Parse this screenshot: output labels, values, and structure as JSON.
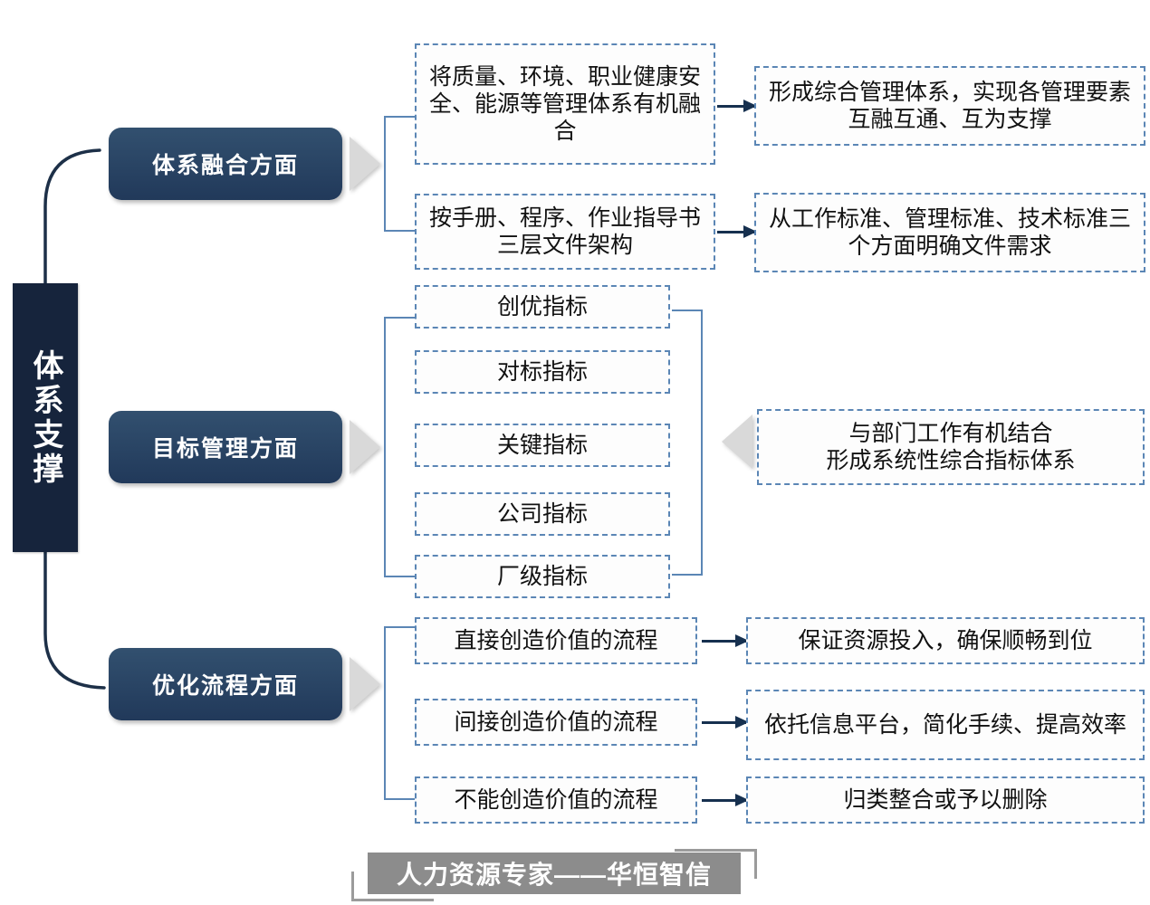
{
  "spine": {
    "label": "体系支撑"
  },
  "colors": {
    "spine_bg": "#16243c",
    "pill_bg_top": "#32506f",
    "pill_bg_bottom": "#21395a",
    "dashed_border": "#5b86b5",
    "arrow": "#16304f",
    "chevron": "#d9d9d9",
    "footer_band": "#8c8c8c"
  },
  "sections": [
    {
      "pill_label": "体系融合方面",
      "chevron_icon": "chevron-right-icon",
      "rows": [
        {
          "left": "将质量、环境、职业健康安全、能源等管理体系有机融合",
          "arrow_icon": "arrow-right-icon",
          "right": "形成综合管理体系，实现各管理要素互融互通、互为支撑"
        },
        {
          "left": "按手册、程序、作业指导书三层文件架构",
          "arrow_icon": "arrow-right-icon",
          "right": "从工作标准、管理标准、技术标准三个方面明确文件需求"
        }
      ]
    },
    {
      "pill_label": "目标管理方面",
      "chevron_icon": "chevron-right-icon",
      "indicators": [
        "创优指标",
        "对标指标",
        "关键指标",
        "公司指标",
        "厂级指标"
      ],
      "summary_chevron_icon": "chevron-left-icon",
      "summary": "与部门工作有机结合\n形成系统性综合指标体系",
      "summary_line1": "与部门工作有机结合",
      "summary_line2": "形成系统性综合指标体系"
    },
    {
      "pill_label": "优化流程方面",
      "chevron_icon": "chevron-right-icon",
      "rows": [
        {
          "left": "直接创造价值的流程",
          "arrow_icon": "arrow-right-icon",
          "right": "保证资源投入，确保顺畅到位"
        },
        {
          "left": "间接创造价值的流程",
          "arrow_icon": "arrow-right-icon",
          "right": "依托信息平台，简化手续、提高效率"
        },
        {
          "left": "不能创造价值的流程",
          "arrow_icon": "arrow-right-icon",
          "right": "归类整合或予以删除"
        }
      ]
    }
  ],
  "footer": {
    "text": "人力资源专家——华恒智信"
  }
}
